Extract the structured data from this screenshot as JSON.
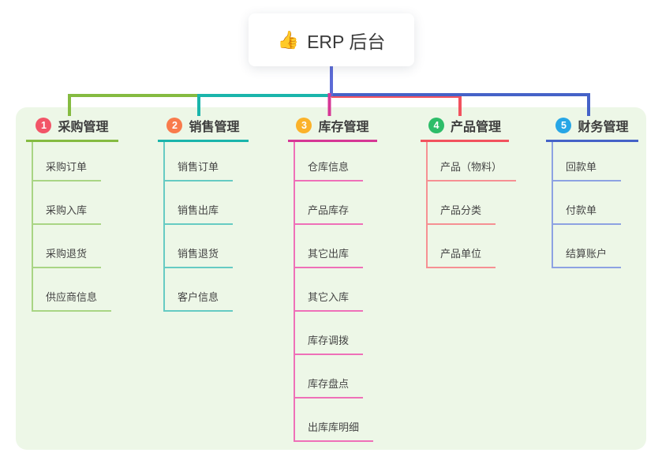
{
  "root": {
    "emoji": "👍",
    "label": "ERP 后台",
    "line_color": "#5c6bd6"
  },
  "colors": {
    "canvas_background": "#ffffff",
    "panel_background": "#edf7e7",
    "header_text": "#3d3d3d",
    "child_text": "#454545"
  },
  "branches": [
    {
      "number": "1",
      "title": "采购管理",
      "badge_color": "#f25568",
      "line_color": "#85bb41",
      "light_color": "#a9d584",
      "children": [
        "采购订单",
        "采购入库",
        "采购退货",
        "供应商信息"
      ]
    },
    {
      "number": "2",
      "title": "销售管理",
      "badge_color": "#f97b4c",
      "line_color": "#1ab5ab",
      "light_color": "#66cbc3",
      "children": [
        "销售订单",
        "销售出库",
        "销售退货",
        "客户信息"
      ]
    },
    {
      "number": "3",
      "title": "库存管理",
      "badge_color": "#fbb22a",
      "line_color": "#d63795",
      "light_color": "#ef70b8",
      "children": [
        "仓库信息",
        "产品库存",
        "其它出库",
        "其它入库",
        "库存调拨",
        "库存盘点",
        "出库库明细"
      ]
    },
    {
      "number": "4",
      "title": "产品管理",
      "badge_color": "#2dbd69",
      "line_color": "#f2525e",
      "light_color": "#f69093",
      "children": [
        "产品（物料）",
        "产品分类",
        "产品单位"
      ]
    },
    {
      "number": "5",
      "title": "财务管理",
      "badge_color": "#27a6e6",
      "line_color": "#4562c8",
      "light_color": "#8da2e2",
      "children": [
        "回款单",
        "付款单",
        "结算账户"
      ]
    }
  ]
}
